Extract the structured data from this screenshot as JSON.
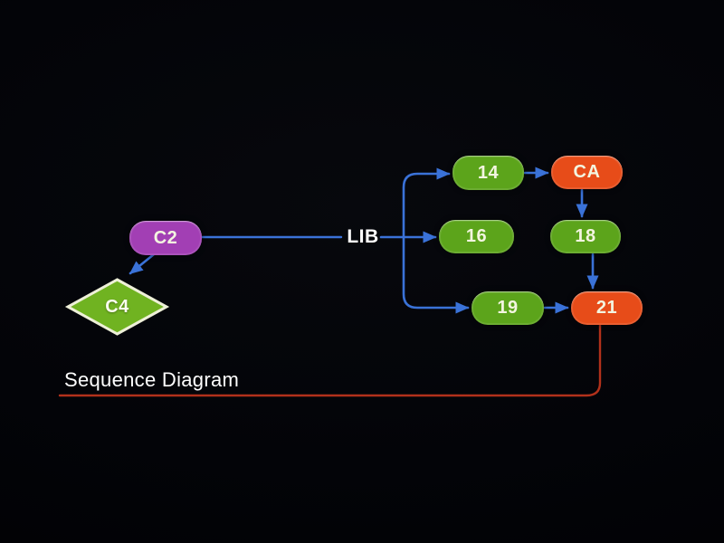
{
  "diagram": {
    "title": "Sequence Diagram",
    "lib_label": "LIB",
    "nodes": {
      "c2": {
        "label": "C2",
        "shape": "rounded-rect",
        "color": "purple"
      },
      "c4": {
        "label": "C4",
        "shape": "diamond",
        "color": "green"
      },
      "n14": {
        "label": "14",
        "shape": "rounded-rect",
        "color": "green"
      },
      "ca": {
        "label": "CA",
        "shape": "rounded-rect",
        "color": "orange"
      },
      "n16": {
        "label": "16",
        "shape": "rounded-rect",
        "color": "green"
      },
      "n18": {
        "label": "18",
        "shape": "rounded-rect",
        "color": "green"
      },
      "n19": {
        "label": "19",
        "shape": "rounded-rect",
        "color": "green"
      },
      "n21": {
        "label": "21",
        "shape": "rounded-rect",
        "color": "orange"
      }
    },
    "edges": [
      {
        "from": "c2",
        "to": "c4",
        "color": "blue",
        "arrow": true
      },
      {
        "from": "c2",
        "to": "lib",
        "color": "blue",
        "arrow": false
      },
      {
        "from": "lib",
        "to": "n16",
        "color": "blue",
        "arrow": true
      },
      {
        "from": "lib",
        "to": "n14",
        "color": "blue",
        "arrow": true
      },
      {
        "from": "lib",
        "to": "n19",
        "color": "blue",
        "arrow": true
      },
      {
        "from": "n14",
        "to": "ca",
        "color": "blue",
        "arrow": true
      },
      {
        "from": "ca",
        "to": "n18",
        "color": "blue",
        "arrow": true
      },
      {
        "from": "n18",
        "to": "n21",
        "color": "blue",
        "arrow": true
      },
      {
        "from": "n19",
        "to": "n21",
        "color": "blue",
        "arrow": true
      },
      {
        "from": "n21",
        "to": "title-underline",
        "color": "red",
        "arrow": false
      }
    ]
  },
  "colors": {
    "background": "#000002",
    "node_green": "#5ca41b",
    "node_purple": "#a23fb4",
    "node_orange": "#e74c19",
    "diamond_fill": "#70b321",
    "diamond_border": "#eef0d8",
    "edge_blue": "#3a72d8",
    "edge_red": "#b2311b",
    "node_text": "#f3f5e0",
    "label_text": "#ffffff"
  }
}
